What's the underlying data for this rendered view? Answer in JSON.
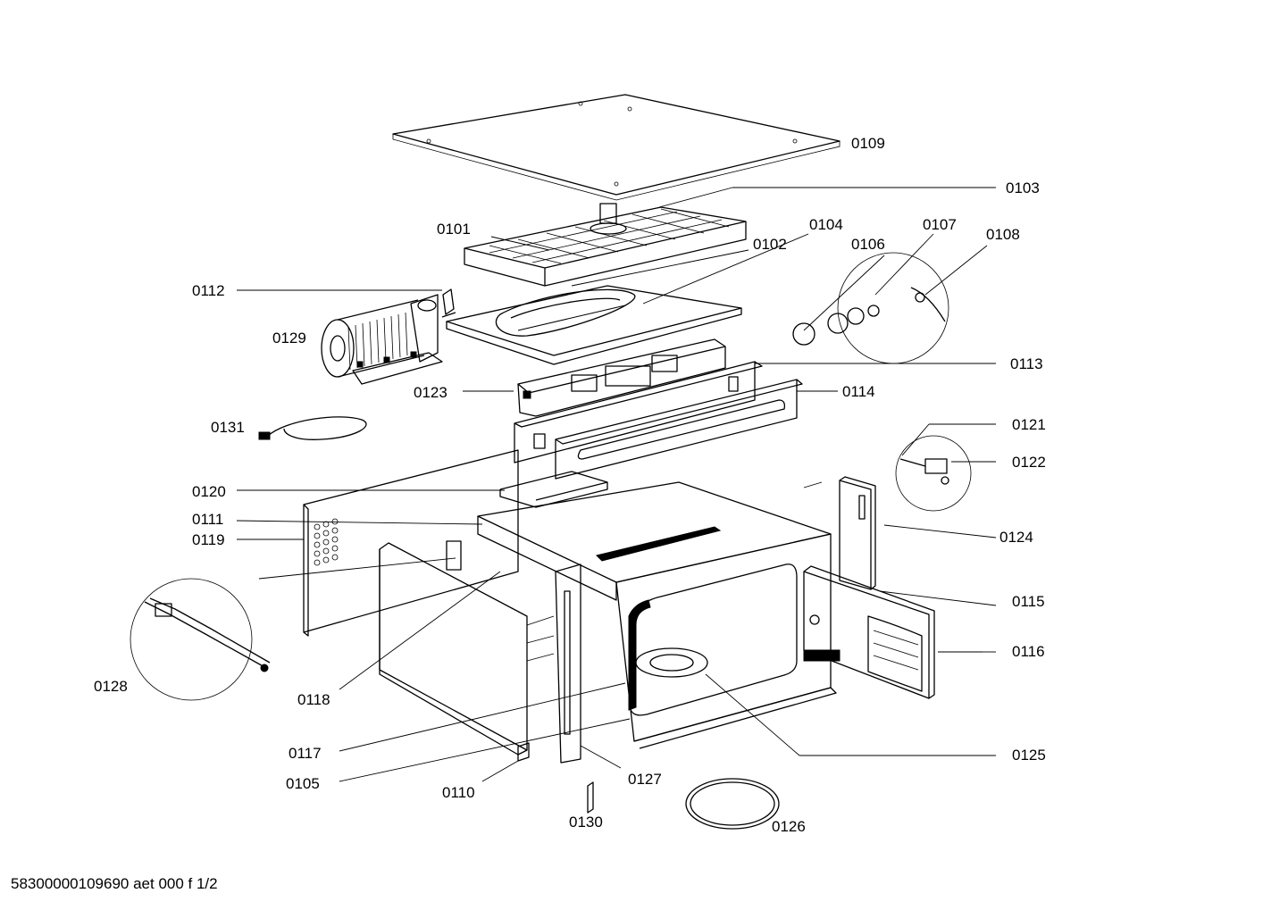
{
  "labels": {
    "p0101": "0101",
    "p0102": "0102",
    "p0103": "0103",
    "p0104": "0104",
    "p0105": "0105",
    "p0106": "0106",
    "p0107": "0107",
    "p0108": "0108",
    "p0109": "0109",
    "p0110": "0110",
    "p0111": "0111",
    "p0112": "0112",
    "p0113": "0113",
    "p0114": "0114",
    "p0115": "0115",
    "p0116": "0116",
    "p0117": "0117",
    "p0118": "0118",
    "p0119": "0119",
    "p0120": "0120",
    "p0121": "0121",
    "p0122": "0122",
    "p0123": "0123",
    "p0124": "0124",
    "p0125": "0125",
    "p0126": "0126",
    "p0127": "0127",
    "p0128": "0128",
    "p0129": "0129",
    "p0130": "0130",
    "p0131": "0131"
  },
  "footer": "58300000109690 aet 000 f 1/2"
}
